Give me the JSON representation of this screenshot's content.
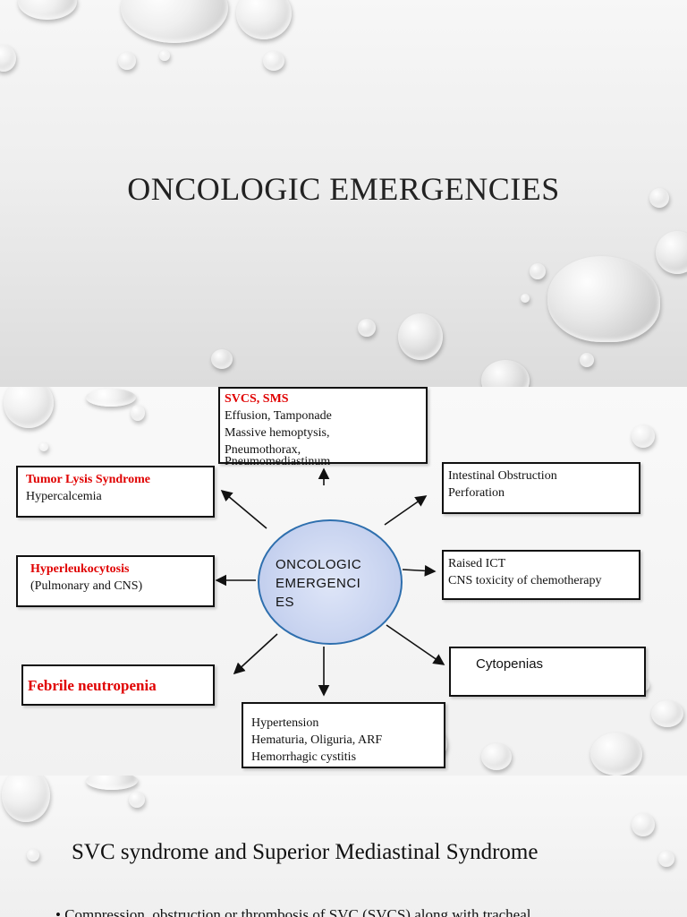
{
  "slide1": {
    "title": "ONCOLOGIC EMERGENCIES"
  },
  "diagram": {
    "center": "ONCOLOGIC EMERGENCIES",
    "center_lines": [
      "ONCOLOGIC",
      "EMERGENCI",
      "ES"
    ],
    "top": {
      "heading": "SVCS, SMS",
      "lines": [
        "Effusion, Tamponade",
        "Massive hemoptysis,",
        "Pneumothorax,",
        "Pneumomediastinum"
      ]
    },
    "top_left": {
      "heading": "Tumor Lysis Syndrome",
      "lines": [
        "Hypercalcemia"
      ]
    },
    "mid_left": {
      "heading": "Hyperleukocytosis",
      "lines": [
        "(Pulmonary and CNS)"
      ]
    },
    "bottom_left": {
      "heading": "Febrile neutropenia"
    },
    "bottom": {
      "lines": [
        "Hypertension",
        "Hematuria, Oliguria, ARF",
        "Hemorrhagic cystitis"
      ]
    },
    "top_right": {
      "lines": [
        "Intestinal Obstruction",
        "Perforation"
      ]
    },
    "mid_right": {
      "lines": [
        "Raised ICT",
        "CNS toxicity of chemotherapy"
      ]
    },
    "bottom_right": {
      "lines": [
        "Cytopenias"
      ]
    },
    "colors": {
      "heading_red": "#e00000",
      "ellipse_border": "#2e6fae",
      "ellipse_fill": "#c9d4f0"
    }
  },
  "slide3": {
    "title": "SVC syndrome and Superior Mediastinal Syndrome",
    "bullet": "• Compression, obstruction or thrombosis of SVC (SVCS) along with tracheal"
  }
}
